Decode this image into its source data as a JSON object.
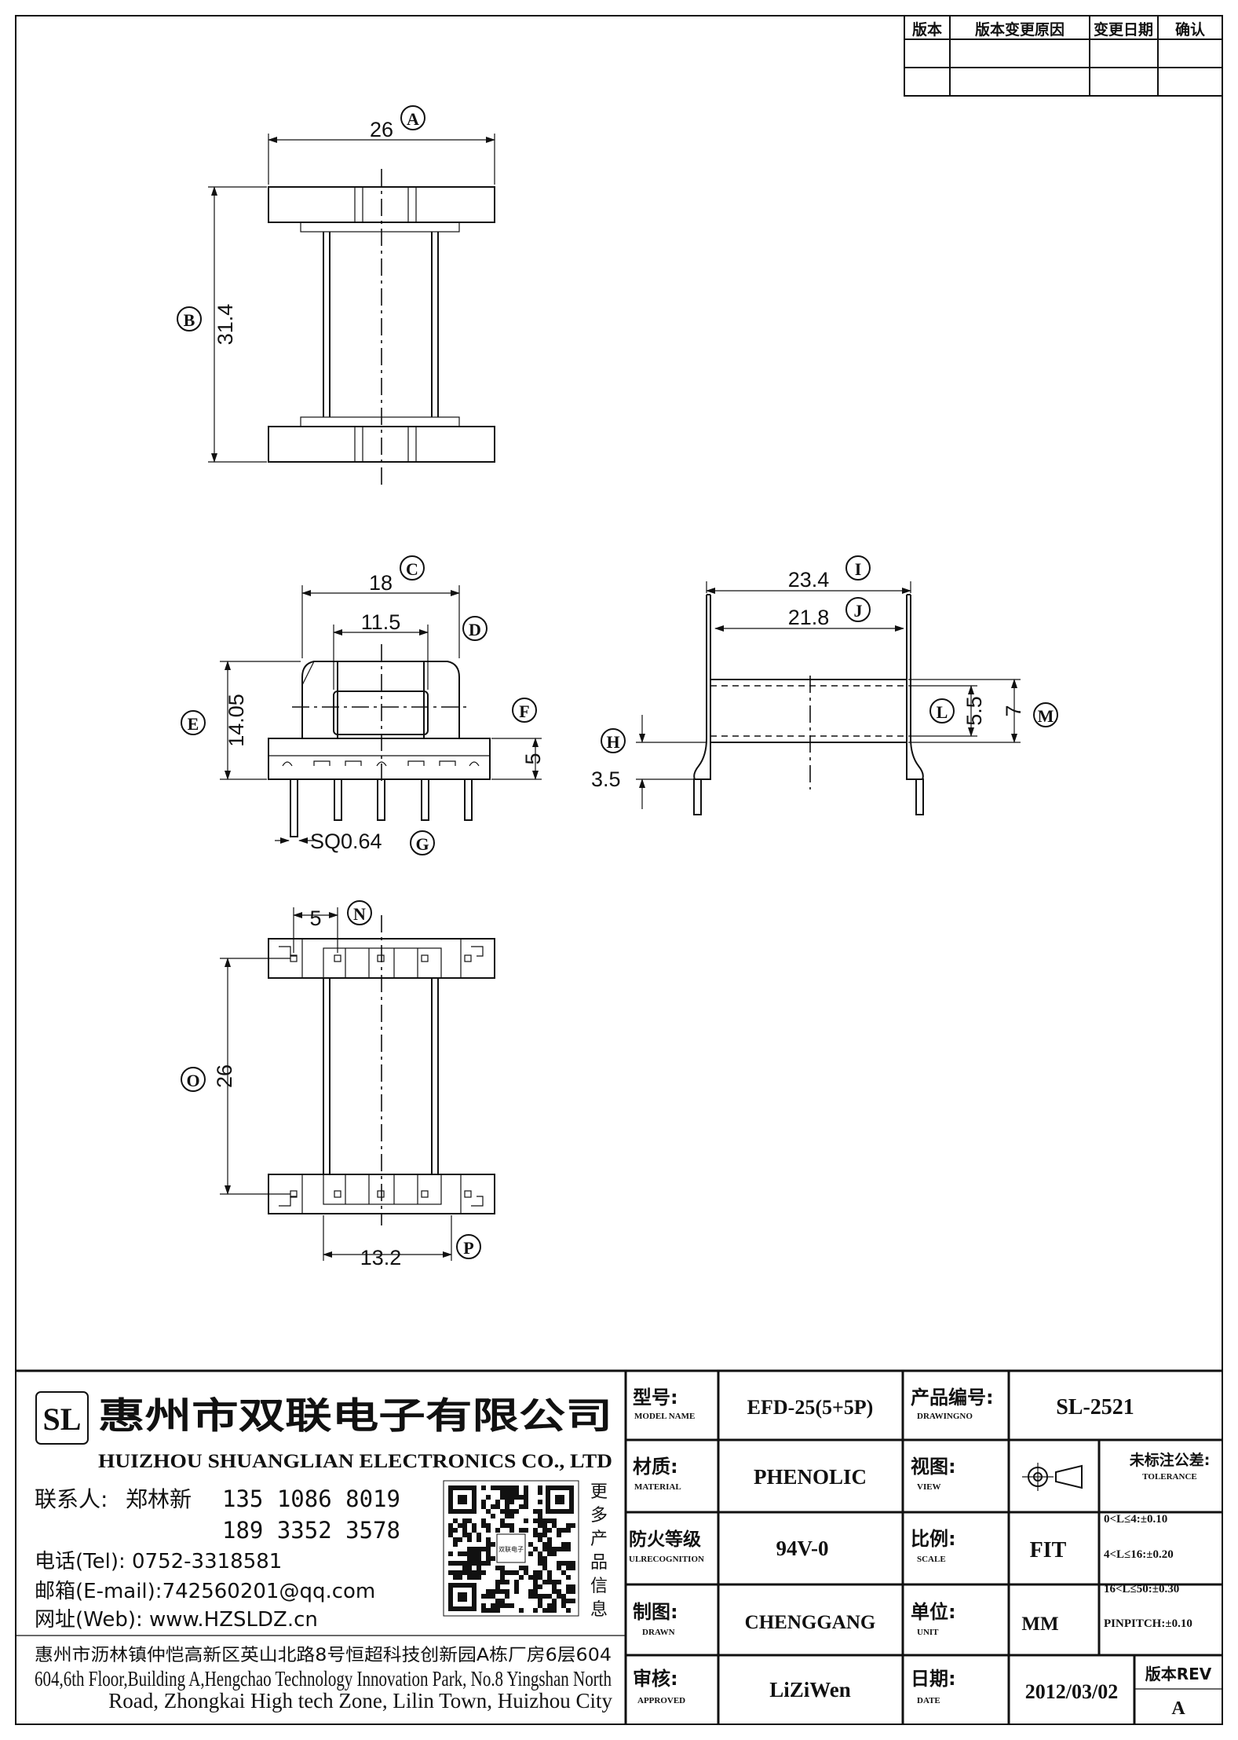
{
  "revision_table": {
    "headers": [
      "版本",
      "版本变更原因",
      "变更日期",
      "确认"
    ]
  },
  "dimensions": {
    "A": {
      "letter": "A",
      "value": "26"
    },
    "B": {
      "letter": "B",
      "value": "31.4"
    },
    "C": {
      "letter": "C",
      "value": "18"
    },
    "D": {
      "letter": "D",
      "value": "11.5"
    },
    "E": {
      "letter": "E",
      "value": "14.05"
    },
    "F": {
      "letter": "F",
      "value": "5"
    },
    "G": {
      "letter": "G",
      "value": "SQ0.64"
    },
    "H": {
      "letter": "H",
      "value": "3.5"
    },
    "I": {
      "letter": "I",
      "value": "23.4"
    },
    "J": {
      "letter": "J",
      "value": "21.8"
    },
    "L": {
      "letter": "L",
      "value": "5.5"
    },
    "M": {
      "letter": "M",
      "value": "7"
    },
    "N": {
      "letter": "N",
      "value": "5"
    },
    "O": {
      "letter": "O",
      "value": "26"
    },
    "P": {
      "letter": "P",
      "value": "13.2"
    }
  },
  "company": {
    "logo_text": "SL",
    "name_cn": "惠州市双联电子有限公司",
    "name_en": "HUIZHOU SHUANGLIAN ELECTRONICS CO., LTD",
    "contact_label": "联系人:",
    "contact_name": "郑林新",
    "phone1": "135 1086 8019",
    "phone2": "189 3352 3578",
    "tel": "电话(Tel): 0752-3318581",
    "email": "邮箱(E-mail):742560201@qq.com",
    "web": "网址(Web): www.HZSLDZ.cn",
    "qr_caption": "更多产品信息",
    "qr_center": "双联电子",
    "address_cn": "惠州市沥林镇仲恺高新区英山北路8号恒超科技创新园A栋厂房6层604",
    "address_en_1": "604,6th Floor,Building A,Hengchao Technology Innovation Park, No.8 Yingshan North",
    "address_en_2": "Road, Zhongkai High tech Zone, Lilin Town, Huizhou City"
  },
  "title_block": {
    "model_label": "型号:",
    "model_label_en": "MODEL NAME",
    "model_value": "EFD-25(5+5P)",
    "drawing_label": "产品编号:",
    "drawing_label_en": "DRAWINGNO",
    "drawing_value": "SL-2521",
    "material_label": "材质:",
    "material_label_en": "MATERIAL",
    "material_value": "PHENOLIC",
    "view_label": "视图:",
    "view_label_en": "VIEW",
    "tolerance_label": "未标注公差:",
    "tolerance_label_en": "TOLERANCE",
    "tolerances": [
      "0<L≤4:±0.10",
      "4<L≤16:±0.20",
      "16<L≤50:±0.30",
      "PINPITCH:±0.10"
    ],
    "fire_label": "防火等级",
    "fire_label_en": "ULRECOGNITION",
    "fire_value": "94V-0",
    "scale_label": "比例:",
    "scale_label_en": "SCALE",
    "scale_value": "FIT",
    "drawn_label": "制图:",
    "drawn_label_en": "DRAWN",
    "drawn_value": "CHENGGANG",
    "unit_label": "单位:",
    "unit_label_en": "UNIT",
    "unit_value": "MM",
    "approved_label": "审核:",
    "approved_label_en": "APPROVED",
    "approved_value": "LiZiWen",
    "date_label": "日期:",
    "date_label_en": "DATE",
    "date_value": "2012/03/02",
    "rev_label": "版本REV",
    "rev_value": "A"
  }
}
